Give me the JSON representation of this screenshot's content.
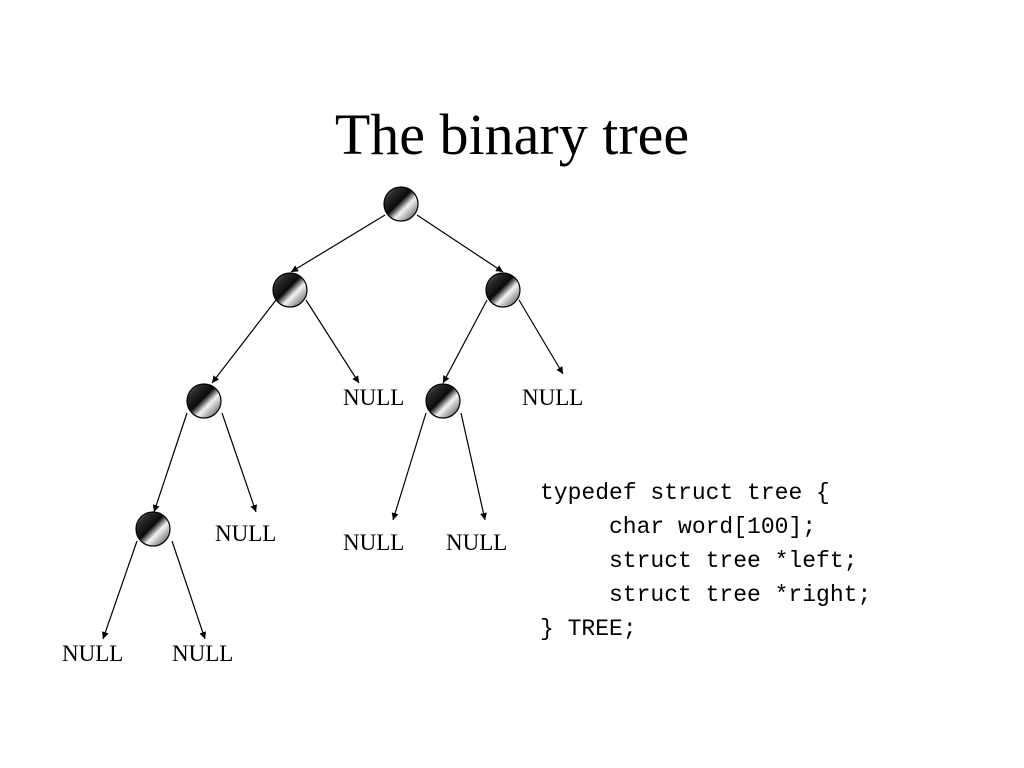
{
  "title": "The binary tree",
  "tree": {
    "null_label": "NULL",
    "node_count": 6,
    "null_count": 7
  },
  "code": {
    "lines": [
      "typedef struct tree {",
      "char word[100];",
      "struct tree *left;",
      "struct tree *right;",
      "} TREE;"
    ]
  },
  "colors": {
    "text": "#000000",
    "background": "#ffffff",
    "node_dark": "#111111",
    "node_light": "#f2f2f2"
  }
}
